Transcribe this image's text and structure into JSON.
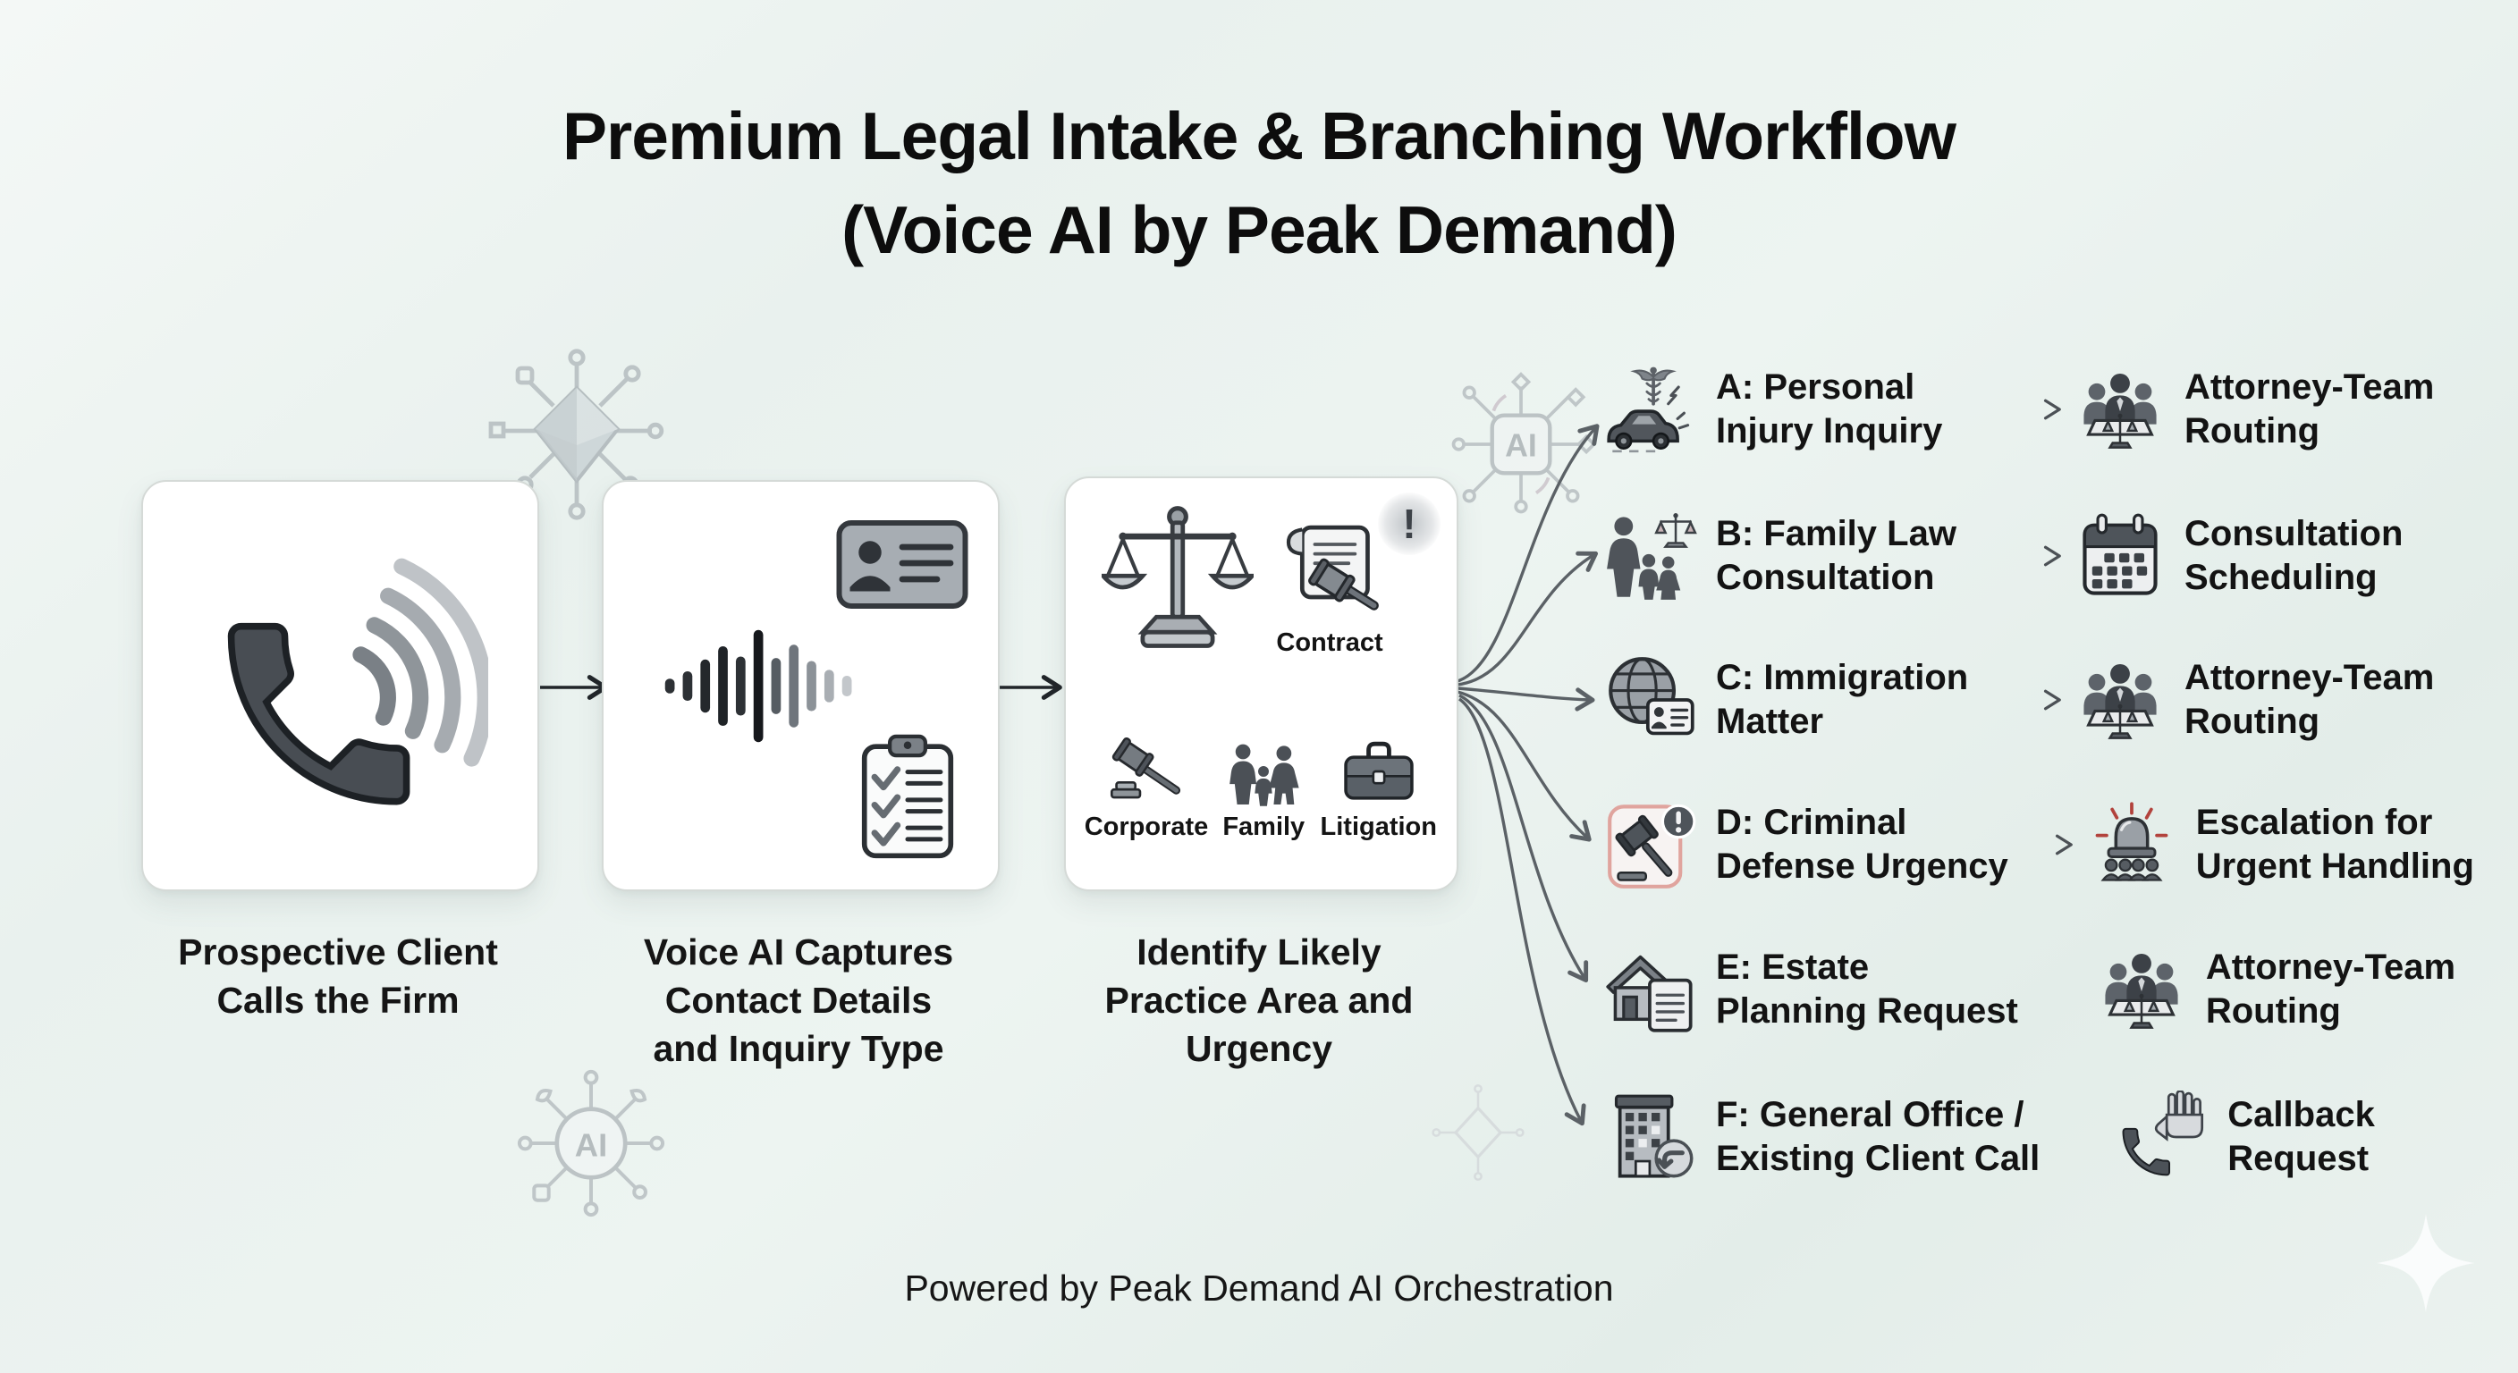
{
  "title": {
    "line1": "Premium Legal Intake & Branching Workflow",
    "line2": "(Voice AI by Peak Demand)"
  },
  "steps": [
    {
      "icon": "phone-call",
      "label_lines": [
        "Prospective Client",
        "Calls the Firm"
      ]
    },
    {
      "icon": "voice-wave",
      "label_lines": [
        "Voice AI Captures",
        "Contact Details",
        "and Inquiry Type"
      ]
    },
    {
      "icon": "practice-area",
      "label_lines": [
        "Identify Likely",
        "Practice Area and",
        "Urgency"
      ],
      "alert": "!",
      "inner_labels": {
        "contract": "Contract",
        "corporate": "Corporate",
        "family": "Family",
        "litigation": "Litigation"
      }
    }
  ],
  "branches": [
    {
      "id": "A",
      "icon": "personal-injury",
      "label_lines": [
        "A: Personal",
        "Injury Inquiry"
      ],
      "has_arrow": true,
      "outcome_icon": "attorney-team",
      "outcome_lines": [
        "Attorney-Team",
        "Routing"
      ]
    },
    {
      "id": "B",
      "icon": "family-law",
      "label_lines": [
        "B: Family Law",
        "Consultation"
      ],
      "has_arrow": true,
      "outcome_icon": "calendar",
      "outcome_lines": [
        "Consultation",
        "Scheduling"
      ]
    },
    {
      "id": "C",
      "icon": "immigration",
      "label_lines": [
        "C: Immigration",
        "Matter"
      ],
      "has_arrow": true,
      "outcome_icon": "attorney-team",
      "outcome_lines": [
        "Attorney-Team",
        "Routing"
      ]
    },
    {
      "id": "D",
      "icon": "criminal-defense",
      "label_lines": [
        "D: Criminal",
        "Defense Urgency"
      ],
      "has_arrow": true,
      "outcome_icon": "escalation",
      "outcome_lines": [
        "Escalation for",
        "Urgent Handling"
      ]
    },
    {
      "id": "E",
      "icon": "estate-planning",
      "label_lines": [
        "E: Estate",
        "Planning Request"
      ],
      "has_arrow": false,
      "outcome_icon": "attorney-team",
      "outcome_lines": [
        "Attorney-Team",
        "Routing"
      ]
    },
    {
      "id": "F",
      "icon": "general-office",
      "label_lines": [
        "F: General Office /",
        "Existing Client Call"
      ],
      "has_arrow": false,
      "outcome_icon": "callback",
      "outcome_lines": [
        "Callback",
        "Request"
      ]
    }
  ],
  "footer": "Powered by Peak Demand AI Orchestration",
  "decorations": {
    "chip_label": "AI",
    "node_label": "AI"
  },
  "colors": {
    "background": "#e9f1ee",
    "card_background": "#ffffff",
    "card_border": "#d5dad7",
    "text": "#121212",
    "arrow_dark": "#212529",
    "arrow_gray": "#5b6166",
    "icon_gray": "#4c5157",
    "alert_red": "#b2423c",
    "urgent_border_red": "#e0a49e"
  }
}
